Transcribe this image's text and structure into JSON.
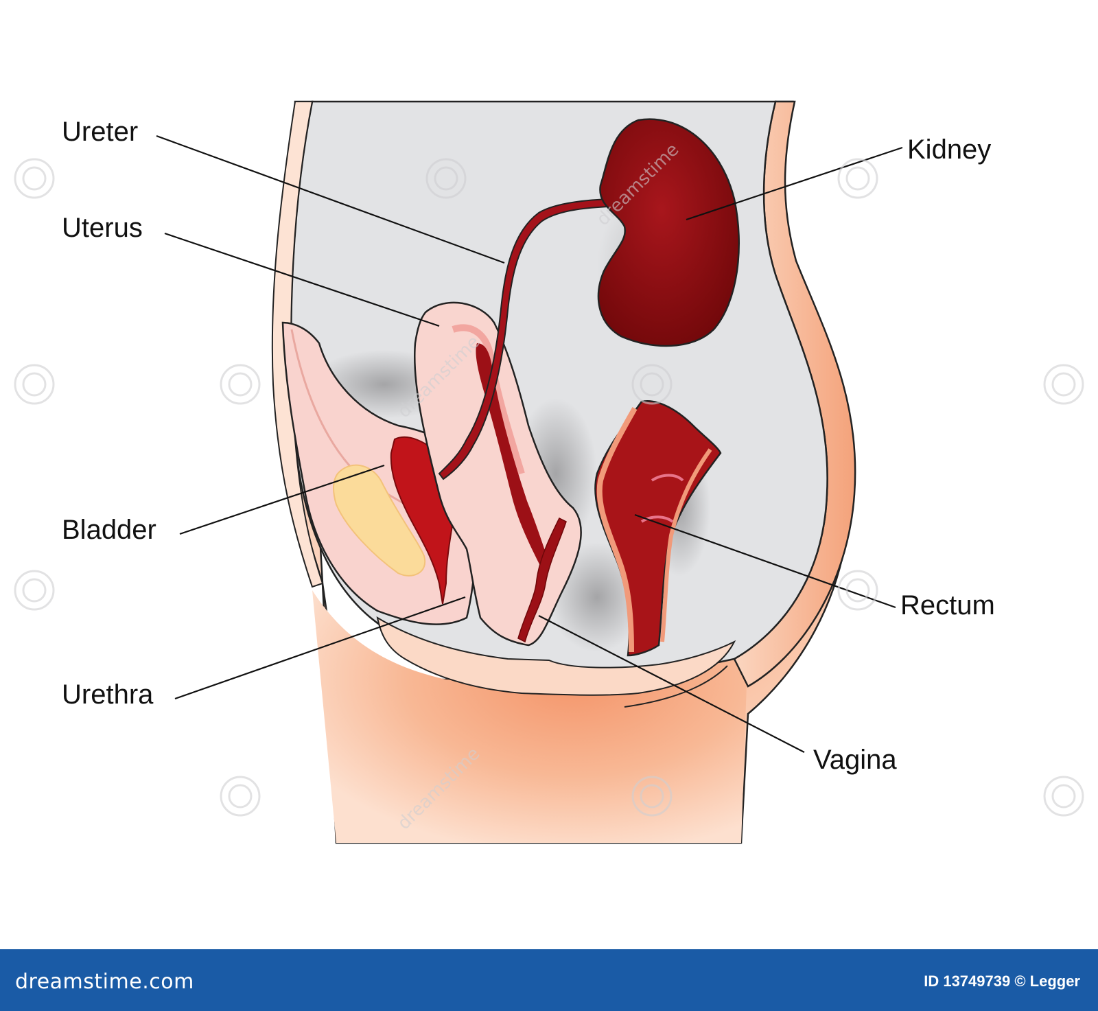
{
  "labels": {
    "ureter": "Ureter",
    "uterus": "Uterus",
    "bladder": "Bladder",
    "urethra": "Urethra",
    "kidney": "Kidney",
    "rectum": "Rectum",
    "vagina": "Vagina"
  },
  "footer": {
    "brand": "dreamstime.com",
    "image_id": "ID 13749739 © Legger"
  },
  "watermark": "dreamstime",
  "colors": {
    "cavity": "#e2e3e5",
    "skin": "#fbd3bc",
    "skin_dark": "#f29a6a",
    "organ_pink": "#f9d3ce",
    "kidney": "#8c0c12",
    "rectum": "#a81418",
    "footer": "#1a5ba6"
  }
}
